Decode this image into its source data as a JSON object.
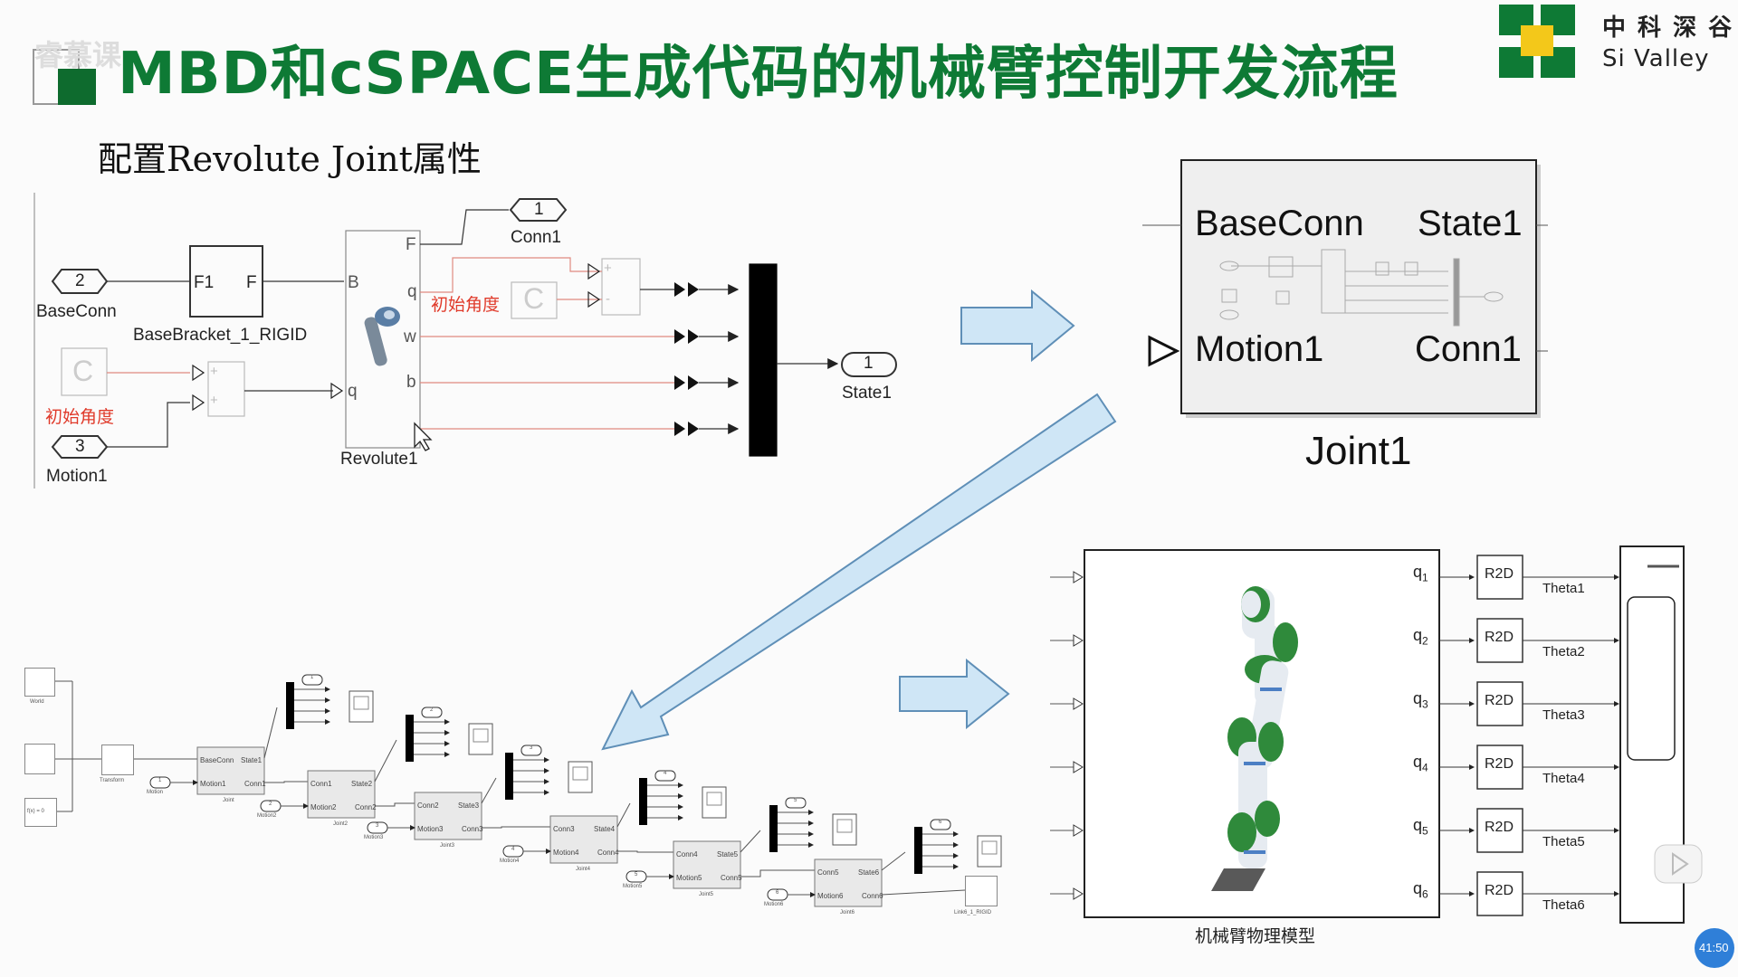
{
  "slide": {
    "title": "MBD和cSPACE生成代码的机械臂控制开发流程",
    "subtitle": "配置Revolute Joint属性",
    "watermark": "睿慕课",
    "logo": {
      "cn": "中 科 深 谷",
      "en": "Si Valley"
    },
    "timer": "41:50"
  },
  "diagram1": {
    "conn1_port": "1",
    "conn1_label": "Conn1",
    "baseconn_port": "2",
    "baseconn_label": "BaseConn",
    "motion1_port": "3",
    "motion1_label": "Motion1",
    "state1_port": "1",
    "state1_label": "State1",
    "bracket_f1": "F1",
    "bracket_f": "F",
    "bracket_label": "BaseBracket_1_RIGID",
    "revolute_label": "Revolute1",
    "rev_ports": {
      "F": "F",
      "B": "B",
      "q_in": "q",
      "q": "q",
      "w": "w",
      "b": "b"
    },
    "const_symbol": "C",
    "init_angle": "初始角度",
    "plus": "+",
    "minus": "-"
  },
  "subsystem": {
    "baseconn": "BaseConn",
    "state1": "State1",
    "motion1": "Motion1",
    "conn1": "Conn1",
    "name": "Joint1"
  },
  "chain": {
    "world": "World",
    "transform": "Transform",
    "solver": "f(x) = 0",
    "link_label": "Link6_1_RIGID",
    "joints": [
      {
        "name": "Joint",
        "motion": "Motion1",
        "state": "State1",
        "conn": "Conn1",
        "base": "BaseConn",
        "mlabel": "Motion",
        "sport": "1",
        "mport": "1"
      },
      {
        "name": "Joint2",
        "motion": "Motion2",
        "state": "State2",
        "conn": "Conn2",
        "base": "Conn1",
        "mlabel": "Motion2",
        "sport": "2",
        "mport": "2"
      },
      {
        "name": "Joint3",
        "motion": "Motion3",
        "state": "State3",
        "conn": "Conn3",
        "base": "Conn2",
        "mlabel": "Motion3",
        "sport": "3",
        "mport": "3"
      },
      {
        "name": "Joint4",
        "motion": "Motion4",
        "state": "State4",
        "conn": "Conn4",
        "base": "Conn3",
        "mlabel": "Motion4",
        "sport": "4",
        "mport": "4"
      },
      {
        "name": "Joint5",
        "motion": "Motion5",
        "state": "State5",
        "conn": "Conn5",
        "base": "Conn4",
        "mlabel": "Motion5",
        "sport": "5",
        "mport": "5"
      },
      {
        "name": "Joint6",
        "motion": "Motion6",
        "state": "State6",
        "conn": "Conn6",
        "base": "Conn5",
        "mlabel": "Motion6",
        "sport": "6",
        "mport": "6"
      }
    ]
  },
  "physical_model": {
    "caption": "机械臂物理模型",
    "q_outputs": [
      "q1",
      "q2",
      "q3",
      "q4",
      "q5",
      "q6"
    ],
    "converter": "R2D",
    "thetas": [
      "Theta1",
      "Theta2",
      "Theta3",
      "Theta4",
      "Theta5",
      "Theta6"
    ]
  },
  "colors": {
    "title_green": "#0e7a35",
    "arrow_fill": "#cfe6f6",
    "arrow_stroke": "#5f8fb7",
    "red_label": "#e03a2a"
  }
}
